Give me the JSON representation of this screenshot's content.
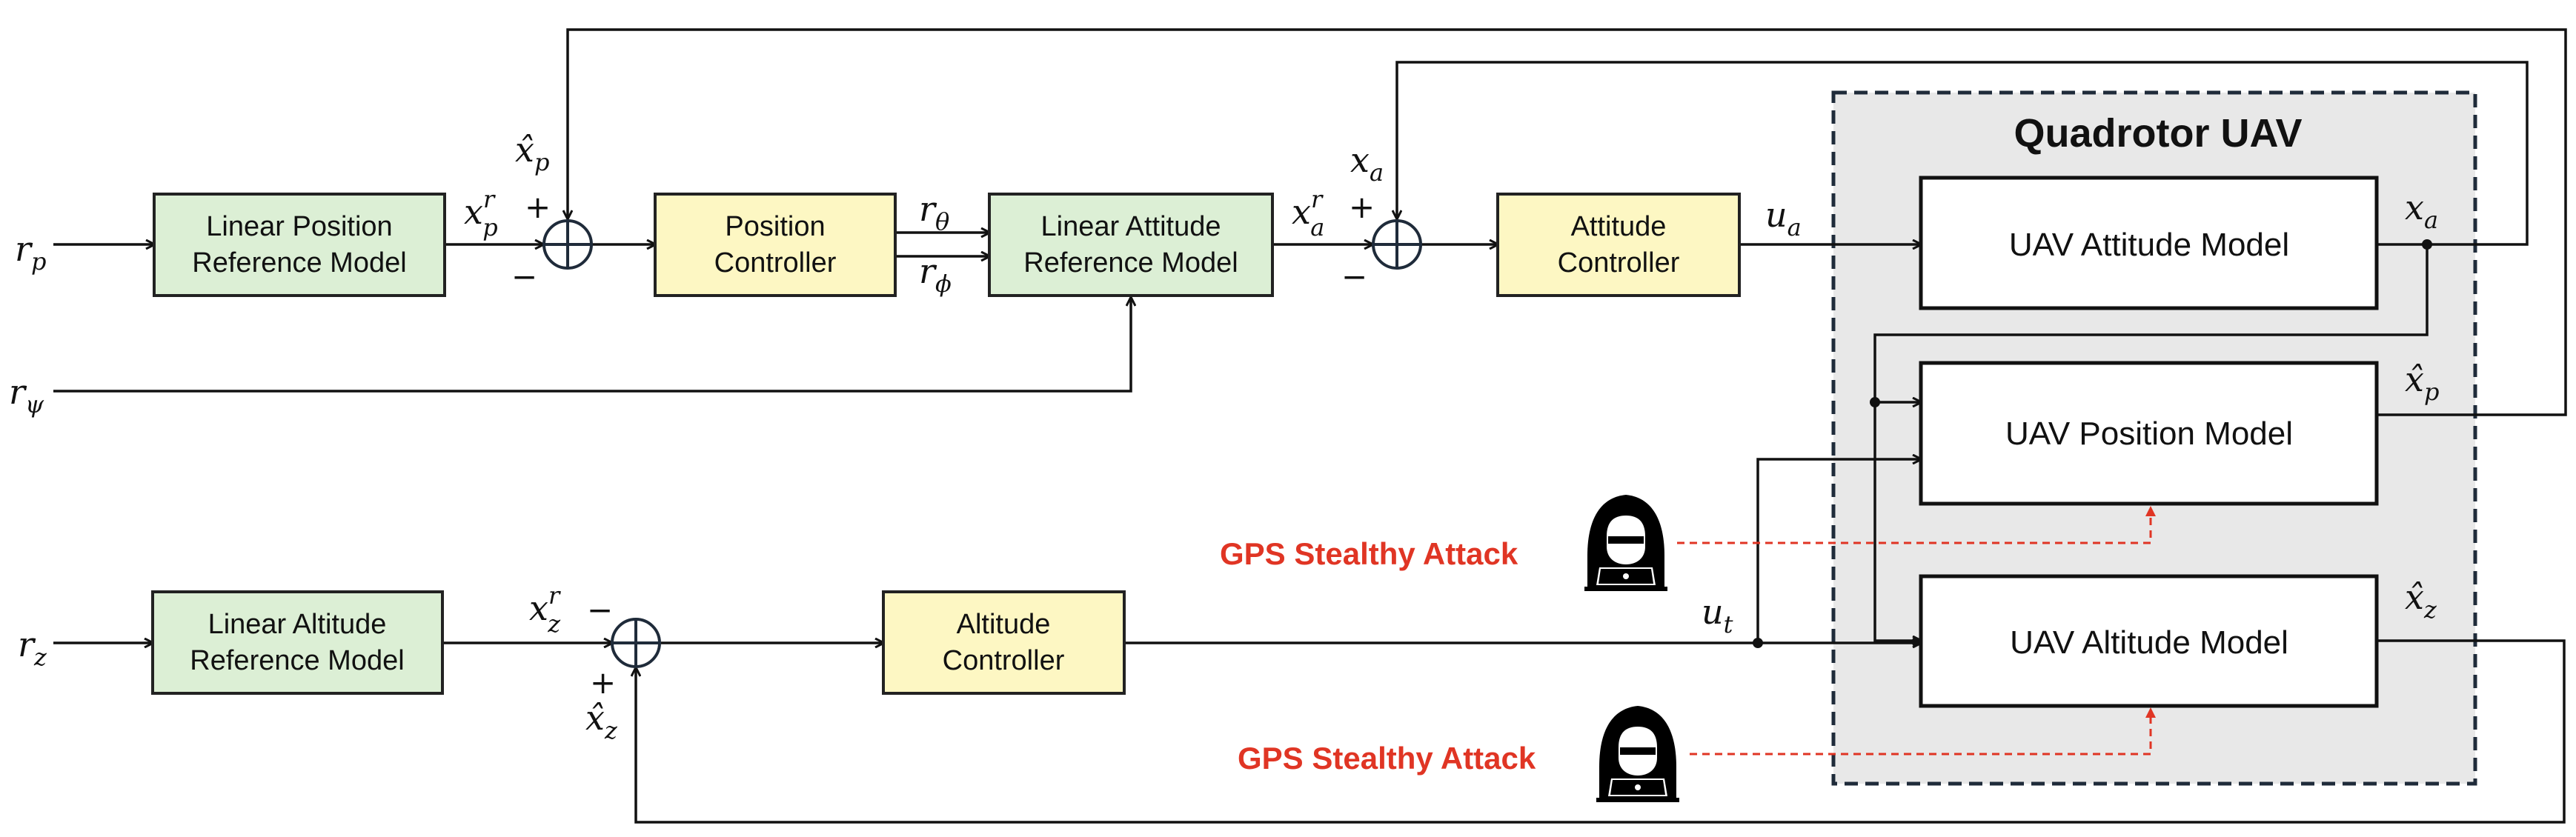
{
  "region": {
    "title": "Quadrotor UAV"
  },
  "blocks": {
    "linear_position_ref": [
      "Linear Position",
      "Reference Model"
    ],
    "position_controller": [
      "Position",
      "Controller"
    ],
    "linear_attitude_ref": [
      "Linear Attitude",
      "Reference Model"
    ],
    "attitude_controller": [
      "Attitude",
      "Controller"
    ],
    "uav_attitude_model": "UAV Attitude Model",
    "uav_position_model": "UAV Position Model",
    "uav_altitude_model": "UAV Altitude Model",
    "linear_altitude_ref": [
      "Linear Altitude",
      "Reference Model"
    ],
    "altitude_controller": [
      "Altitude",
      "Controller"
    ]
  },
  "attacks": [
    "GPS Stealthy Attack",
    "GPS Stealthy Attack"
  ],
  "signals": {
    "r_p": {
      "base": "r",
      "sub": "p"
    },
    "r_psi": {
      "base": "r",
      "sub": "ψ"
    },
    "r_z": {
      "base": "r",
      "sub": "z"
    },
    "x_p_ref": {
      "base": "x",
      "sub": "p",
      "sup": "r"
    },
    "x_a_ref": {
      "base": "x",
      "sub": "a",
      "sup": "r"
    },
    "x_z_ref": {
      "base": "x",
      "sub": "z",
      "sup": "r"
    },
    "xhat_p": {
      "base": "x̂",
      "sub": "p"
    },
    "x_a": {
      "base": "x",
      "sub": "a"
    },
    "xhat_z": {
      "base": "x̂",
      "sub": "z"
    },
    "r_theta": {
      "base": "r",
      "sub": "θ"
    },
    "r_phi": {
      "base": "r",
      "sub": "ϕ"
    },
    "u_a": {
      "base": "u",
      "sub": "a"
    },
    "u_t": {
      "base": "u",
      "sub": "t"
    }
  },
  "signs": {
    "plus": "+",
    "minus": "−"
  }
}
